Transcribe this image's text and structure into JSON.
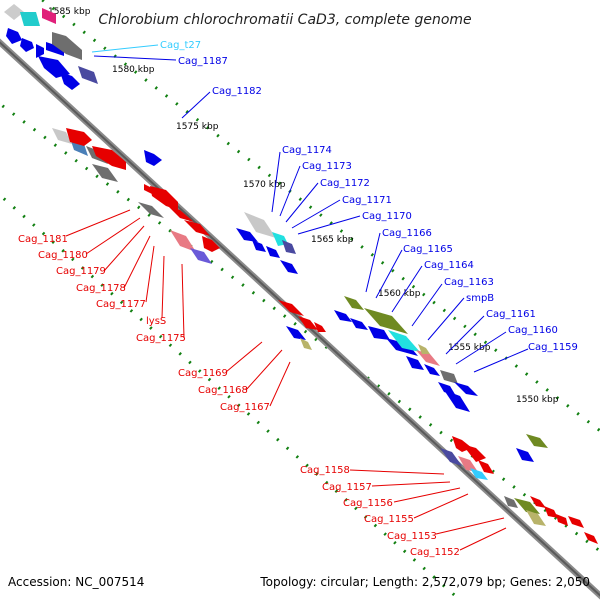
{
  "title": "Chlorobium chlorochromatii CaD3, complete genome",
  "footer": {
    "accession": "Accession: NC_007514",
    "summary": "Topology: circular; Length: 2,572,079 bp; Genes: 2,050"
  },
  "ticks": {
    "t1585": "1585 kbp",
    "t1580": "1580 kbp",
    "t1575": "1575 kbp",
    "t1570": "1570 kbp",
    "t1565": "1565 kbp",
    "t1560": "1560 kbp",
    "t1555": "1555 kbp",
    "t1550": "1550 kbp"
  },
  "gene_labels": {
    "cag_t27": "Cag_t27",
    "cag_1187": "Cag_1187",
    "cag_1182": "Cag_1182",
    "cag_1181": "Cag_1181",
    "cag_1180": "Cag_1180",
    "cag_1179": "Cag_1179",
    "cag_1178": "Cag_1178",
    "cag_1177": "Cag_1177",
    "lysS": "lysS",
    "cag_1175": "Cag_1175",
    "cag_1174": "Cag_1174",
    "cag_1173": "Cag_1173",
    "cag_1172": "Cag_1172",
    "cag_1171": "Cag_1171",
    "cag_1170": "Cag_1170",
    "cag_1169": "Cag_1169",
    "cag_1168": "Cag_1168",
    "cag_1167": "Cag_1167",
    "cag_1166": "Cag_1166",
    "cag_1165": "Cag_1165",
    "cag_1164": "Cag_1164",
    "cag_1163": "Cag_1163",
    "smpB": "smpB",
    "cag_1161": "Cag_1161",
    "cag_1160": "Cag_1160",
    "cag_1159": "Cag_1159",
    "cag_1158": "Cag_1158",
    "cag_1157": "Cag_1157",
    "cag_1156": "Cag_1156",
    "cag_1155": "Cag_1155",
    "cag_1153": "Cag_1153",
    "cag_1152": "Cag_1152"
  },
  "colors": {
    "forward": "#0000e6",
    "reverse": "#e60000",
    "trna": "#33ccff",
    "gray": "#6e6e6e",
    "light_gray": "#c8c8c8",
    "olive": "#6f8a22",
    "khaki": "#b8b36a",
    "pink": "#e87a84",
    "violet": "#6a5ad8",
    "cyan": "#22e0e0",
    "steel": "#4a7fb8",
    "magenta": "#e0207a",
    "dark_slate": "#4a4aa0",
    "tick": "#128012",
    "backbone": "#777777"
  }
}
